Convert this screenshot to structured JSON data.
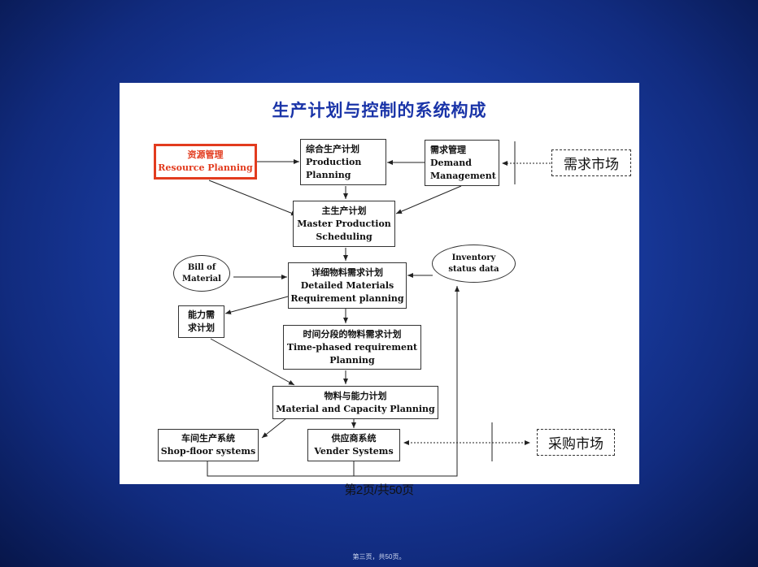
{
  "title": "生产计划与控制的系统构成",
  "boxes": {
    "resource": {
      "zh": "资源管理",
      "en": "Resource Planning"
    },
    "production": {
      "zh": "综合生产计划",
      "en1": "Production",
      "en2": "Planning"
    },
    "demand": {
      "zh": "需求管理",
      "en1": "Demand",
      "en2": "Management"
    },
    "mps": {
      "zh": "主生产计划",
      "en1": "Master Production",
      "en2": "Scheduling"
    },
    "bom": {
      "line1": "Bill of",
      "line2": "Material"
    },
    "inventory": {
      "line1": "Inventory",
      "line2": "status data"
    },
    "mrp": {
      "zh": "详细物料需求计划",
      "en1": "Detailed Materials",
      "en2": "Requirement planning"
    },
    "capacity_req": {
      "line1": "能力需",
      "line2": "求计划"
    },
    "timephased": {
      "zh": "时间分段的物料需求计划",
      "en1": "Time-phased requirement",
      "en2": "Planning"
    },
    "mcp": {
      "zh": "物料与能力计划",
      "en": "Material and Capacity Planning"
    },
    "shopfloor": {
      "zh": "车间生产系统",
      "en": "Shop-floor systems"
    },
    "vendor": {
      "zh": "供应商系统",
      "en": "Vender Systems"
    }
  },
  "markets": {
    "demand_market": "需求市场",
    "purchase_market": "采购市场"
  },
  "footer": {
    "page": "第2页/共50页",
    "page_small": "第三页，共50页。"
  },
  "colors": {
    "title": "#1a34a8",
    "highlight": "#e23b1e",
    "background": "#1a3ea6"
  }
}
